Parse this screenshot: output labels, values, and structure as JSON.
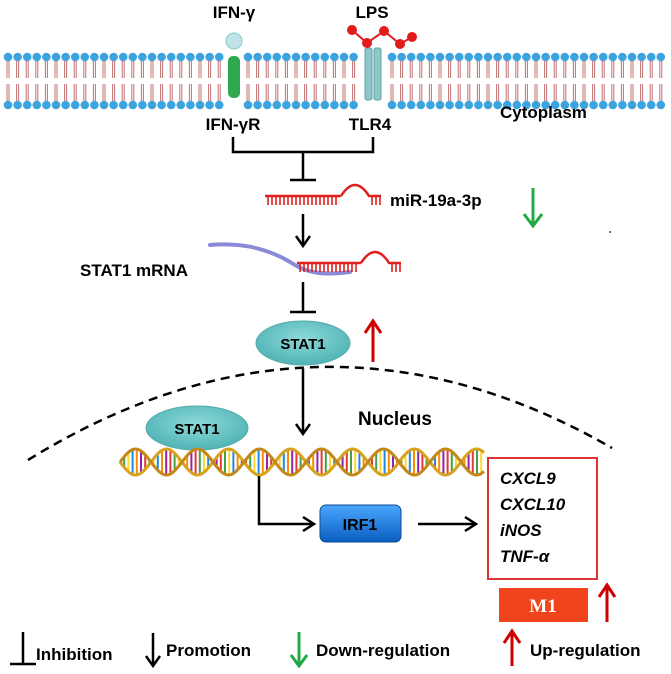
{
  "ligands": {
    "ifng": "IFN-γ",
    "lps": "LPS"
  },
  "receptors": {
    "ifngr": "IFN-γR",
    "tlr4": "TLR4"
  },
  "compartments": {
    "cytoplasm": "Cytoplasm",
    "nucleus": "Nucleus"
  },
  "molecules": {
    "mirna": "miR-19a-3p",
    "mrna": "STAT1 mRNA",
    "stat1_cyto": "STAT1",
    "stat1_nuc": "STAT1",
    "irf1": "IRF1",
    "m1": "M1"
  },
  "target_genes": [
    "CXCL9",
    "CXCL10",
    "iNOS",
    "TNF-α"
  ],
  "legend": {
    "inhibition": "Inhibition",
    "promotion": "Promotion",
    "down": "Down-regulation",
    "up": "Up-regulation"
  },
  "colors": {
    "membrane_head": "#3aa3e0",
    "lipid_tail": "#c07070",
    "receptor_green": "#2fa84f",
    "receptor_teal": "#8fc7c9",
    "rna_red": "#e0201c",
    "mrna_purple": "#8a8ad8",
    "stat1": "#6cc5c5",
    "irf1": "#1a7fe6",
    "m1": "#f0451c",
    "up_arrow": "#cc0000",
    "down_arrow": "#22aa44",
    "gene_box": "#dd3333"
  },
  "icons": {
    "inhibition": "t-bar-icon",
    "promotion": "down-arrow-icon",
    "down": "green-down-arrow-icon",
    "up": "red-up-arrow-icon"
  }
}
